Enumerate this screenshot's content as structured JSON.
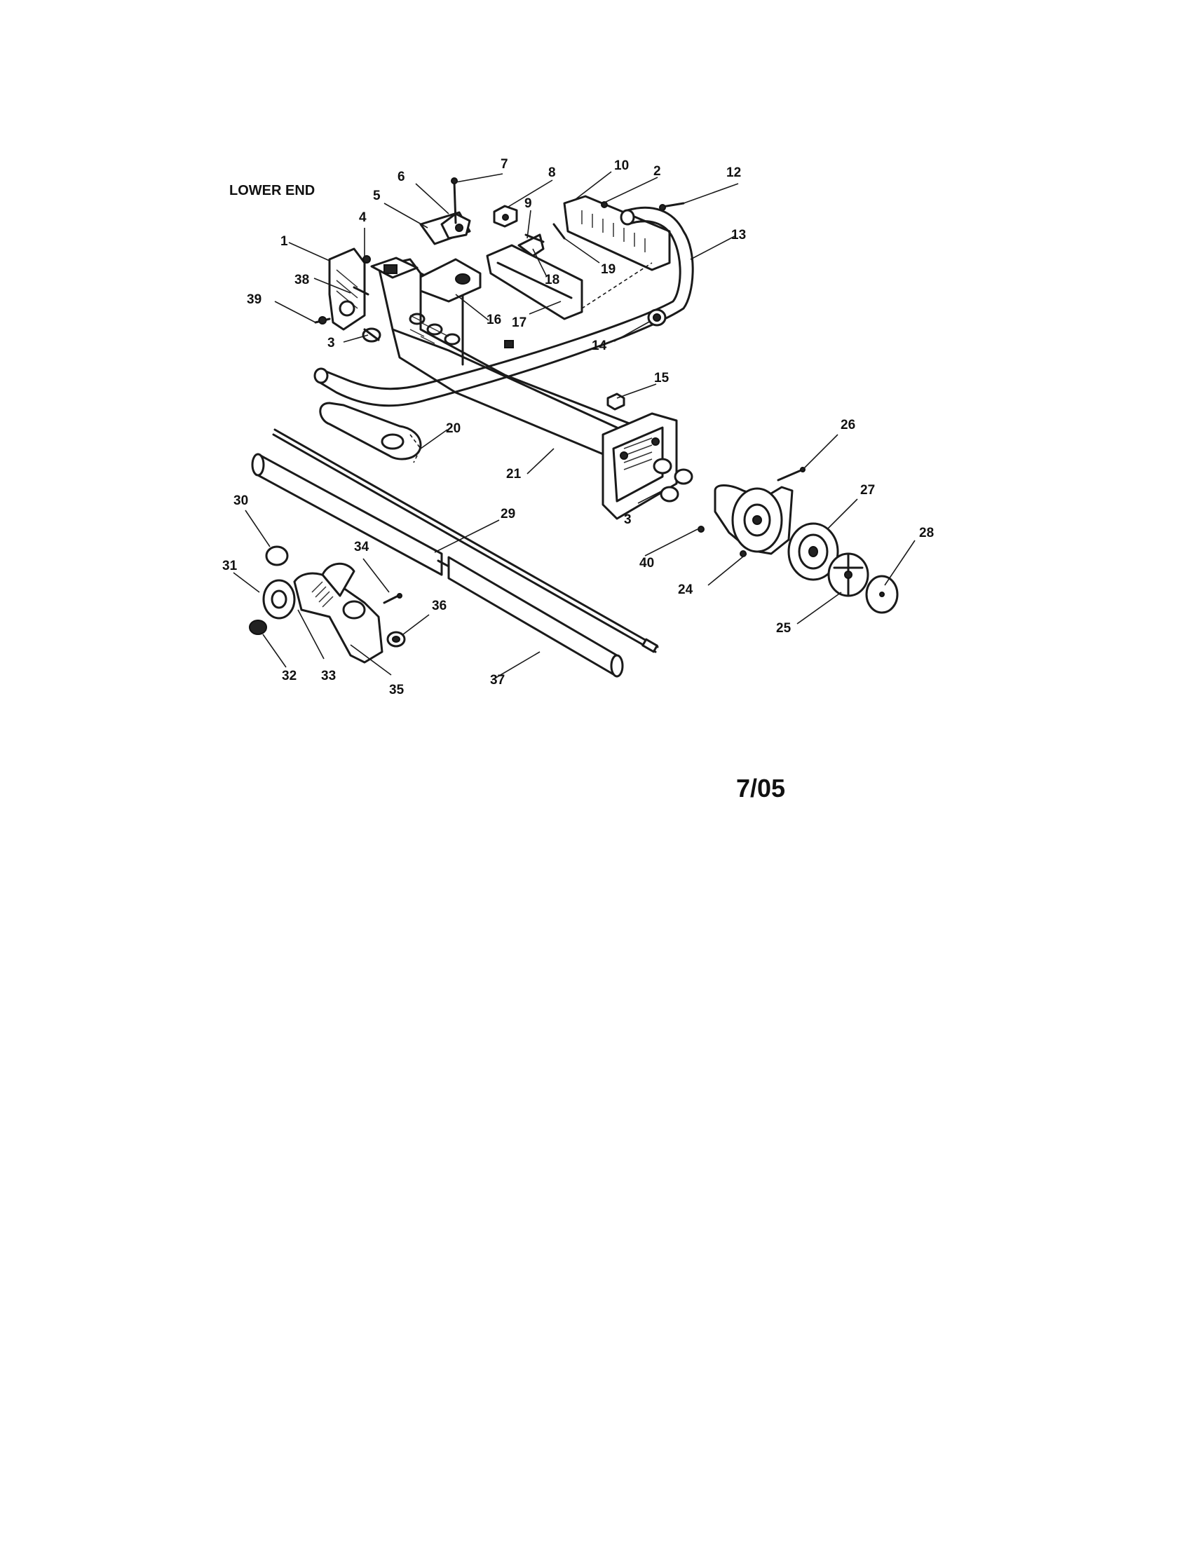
{
  "diagram": {
    "heading": "LOWER END",
    "date_code": "7/05",
    "callouts": {
      "c1": "1",
      "c2": "2",
      "c3a": "3",
      "c3b": "3",
      "c4": "4",
      "c5": "5",
      "c6": "6",
      "c7": "7",
      "c8": "8",
      "c9": "9",
      "c10": "10",
      "c12": "12",
      "c13": "13",
      "c14": "14",
      "c15": "15",
      "c16": "16",
      "c17": "17",
      "c18": "18",
      "c19": "19",
      "c20": "20",
      "c21": "21",
      "c24": "24",
      "c25": "25",
      "c26": "26",
      "c27": "27",
      "c28": "28",
      "c29": "29",
      "c30": "30",
      "c31": "31",
      "c32": "32",
      "c33": "33",
      "c34": "34",
      "c35": "35",
      "c36": "36",
      "c37": "37",
      "c38": "38",
      "c39": "39",
      "c40": "40"
    }
  }
}
